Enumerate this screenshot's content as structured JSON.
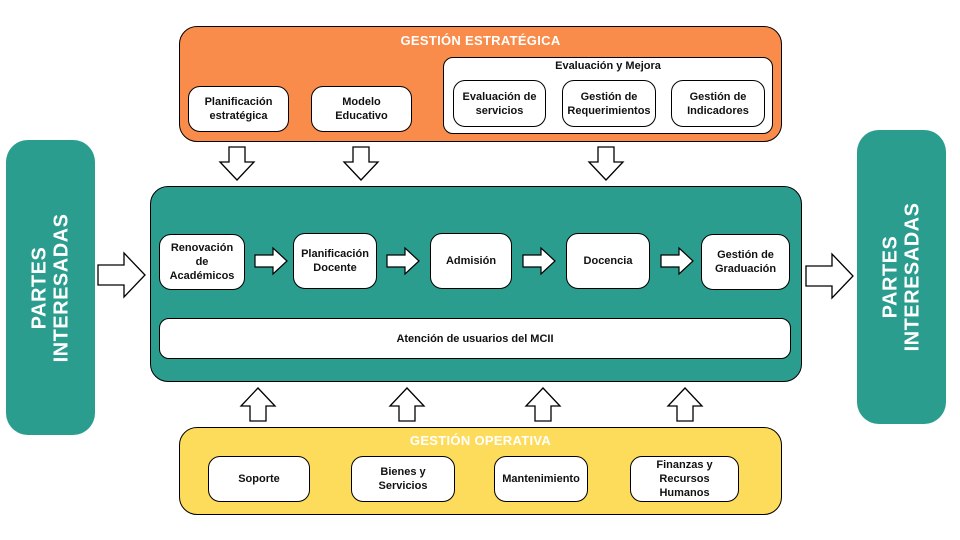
{
  "stakeholders": {
    "left_label": "PARTES\nINTERESADAS",
    "right_label": "PARTES\nINTERESADAS",
    "color": "#2a9d8f"
  },
  "strategic": {
    "title": "GESTIÓN ESTRATÉGICA",
    "color": "#f98c4a",
    "items": [
      "Planificación estratégica",
      "Modelo Educativo"
    ],
    "evaluation": {
      "title": "Evaluación y Mejora",
      "items": [
        "Evaluación de servicios",
        "Gestión de Requerimientos",
        "Gestión de Indicadores"
      ]
    }
  },
  "core": {
    "color": "#2a9d8f",
    "processes": [
      "Renovación de Académicos",
      "Planificación Docente",
      "Admisión",
      "Docencia",
      "Gestión de Graduación"
    ],
    "user_attention": "Atención de usuarios del MCII"
  },
  "operational": {
    "title": "GESTIÓN OPERATIVA",
    "color": "#fddc5c",
    "items": [
      "Soporte",
      "Bienes y Servicios",
      "Mantenimiento",
      "Finanzas y Recursos Humanos"
    ]
  }
}
